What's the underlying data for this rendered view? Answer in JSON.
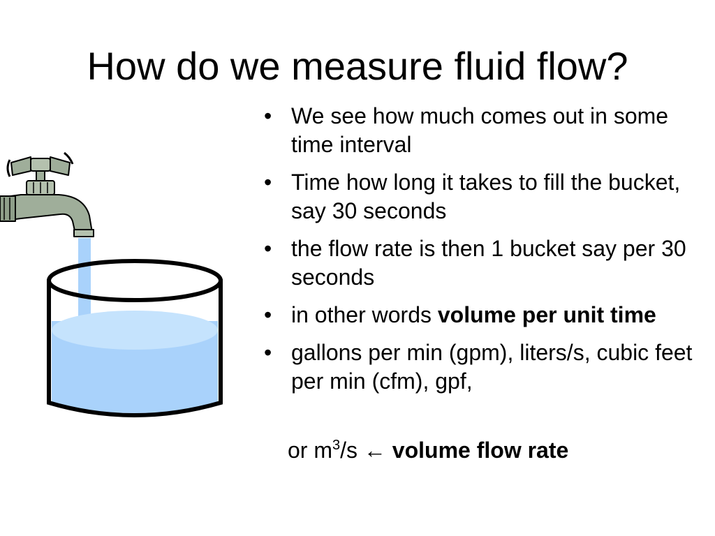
{
  "slide": {
    "title": "How do we measure fluid flow?",
    "bullets": [
      {
        "text": "We see how much comes out in some time interval"
      },
      {
        "text": "Time how long it takes to fill the bucket, say 30 seconds"
      },
      {
        "text": "the flow rate is then 1 bucket say per 30 seconds"
      },
      {
        "text": "in other words ",
        "bold": "volume per unit time"
      },
      {
        "text": "gallons per min (gpm), liters/s, cubic feet per min (cfm), gpf,"
      }
    ],
    "bullet_glyph": "•",
    "continuation": {
      "prefix": "or m",
      "superscript": "3",
      "suffix": "/s ",
      "arrow": "←",
      "bold": " volume flow rate"
    }
  },
  "illustration": {
    "icons": [
      "faucet-icon",
      "water-stream-icon",
      "bucket-icon"
    ],
    "colors": {
      "faucet": "#9fae9a",
      "water": "#a9d2fb",
      "water_surface": "#c5e3fd",
      "outline": "#000000"
    }
  }
}
